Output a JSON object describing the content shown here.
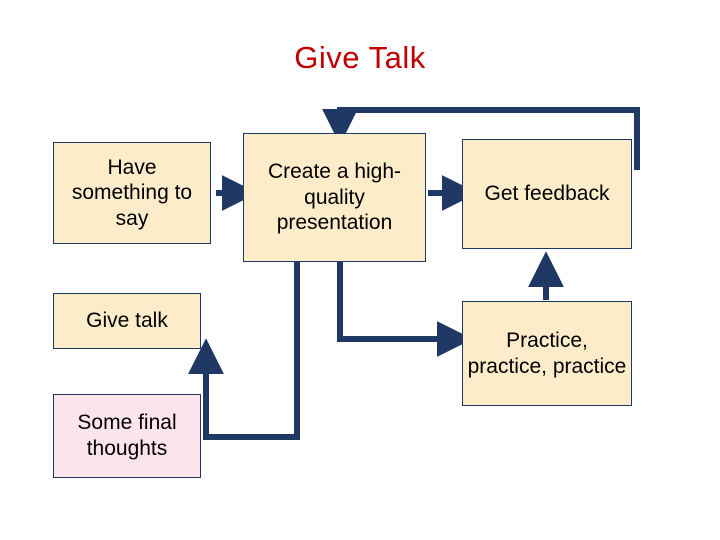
{
  "slide": {
    "title": "Give Talk",
    "title_color": "#C00000",
    "background": "#FFFFFF",
    "connector_color": "#1F3864",
    "box_border_color": "#1F3864",
    "box_fill_cream": "#FCECC9",
    "box_fill_pink": "#FBE4EC",
    "shadow_color": "#8496B0"
  },
  "nodes": [
    {
      "id": "have-something-to-say",
      "label": "Have something to say",
      "fill": "cream"
    },
    {
      "id": "create-presentation",
      "label": "Create a high-quality presentation",
      "fill": "cream"
    },
    {
      "id": "get-feedback",
      "label": "Get feedback",
      "fill": "cream"
    },
    {
      "id": "give-talk",
      "label": "Give talk",
      "fill": "cream"
    },
    {
      "id": "practice",
      "label": "Practice, practice, practice",
      "fill": "cream"
    },
    {
      "id": "some-final-thoughts",
      "label": "Some final thoughts",
      "fill": "pink"
    }
  ]
}
